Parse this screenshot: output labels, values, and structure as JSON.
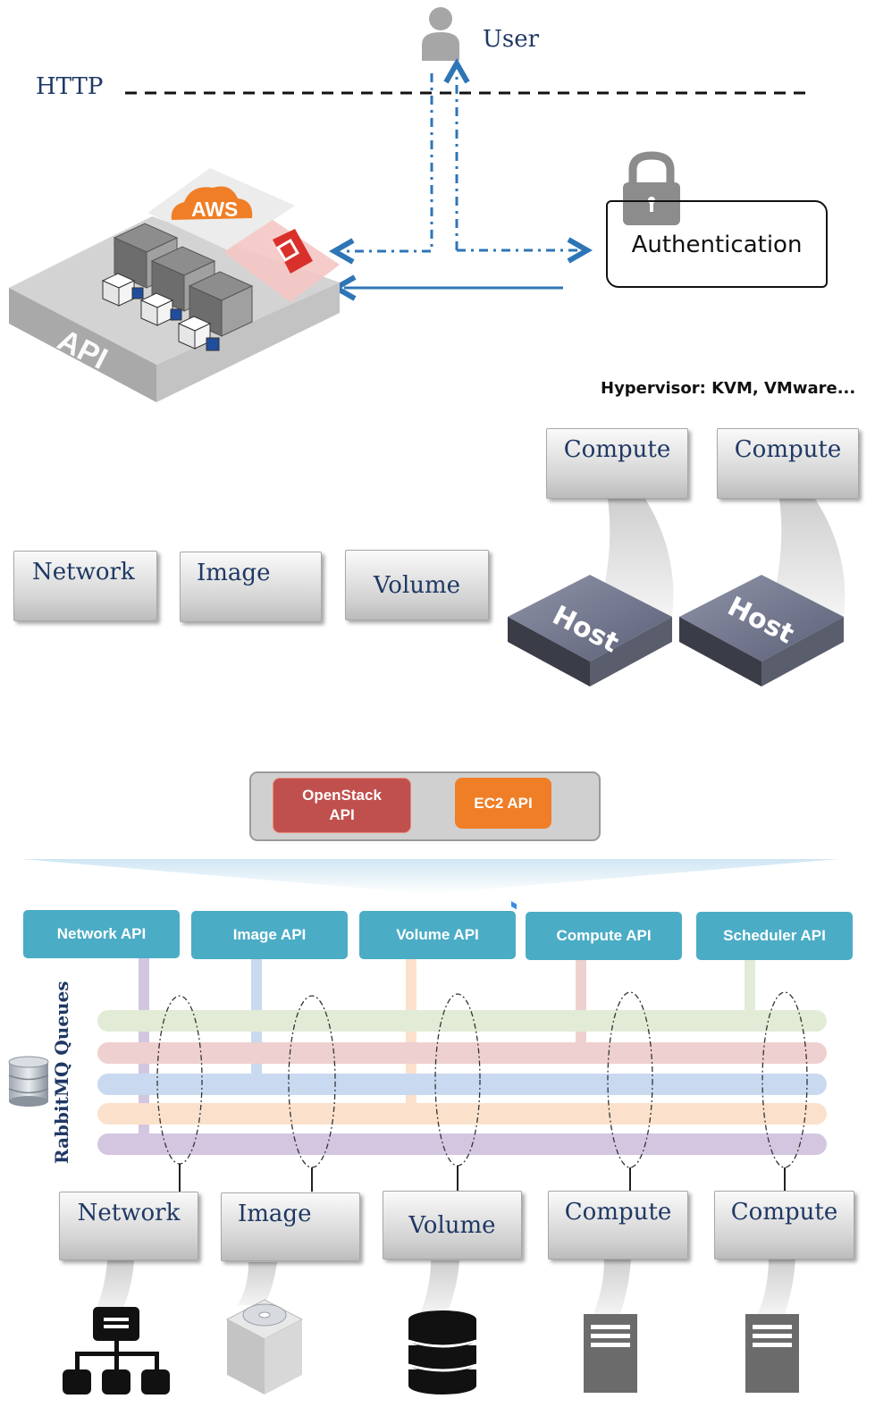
{
  "top": {
    "user_label": "User",
    "http_label": "HTTP",
    "auth_label": "Authentication",
    "aws_label": "AWS",
    "api_label": "API",
    "hypervisor_label": "Hypervisor: KVM, VMware..."
  },
  "middle": {
    "compute_boxes": [
      "Compute",
      "Compute"
    ],
    "host_labels": [
      "Host",
      "Host"
    ],
    "service_boxes": [
      "Network",
      "Image",
      "Volume"
    ]
  },
  "bottom": {
    "openstack_api": "OpenStack API",
    "ec2_api": "EC2 API",
    "api_buttons": [
      "Network API",
      "Image API",
      "Volume API",
      "Compute API",
      "Scheduler API"
    ],
    "queues_label": "RabbitMQ Queues",
    "service_boxes": [
      "Network",
      "Image",
      "Volume",
      "Compute",
      "Compute"
    ]
  },
  "colors": {
    "arrow_blue": "#2e75b6",
    "api_button": "#4bacc6",
    "openstack_red": "#c0504d",
    "ec2_orange": "#f07e26",
    "queue_lines": [
      "#e2ebd6",
      "#efd0d0",
      "#c9d9f0",
      "#fbe1cc",
      "#d4c6e0"
    ]
  }
}
